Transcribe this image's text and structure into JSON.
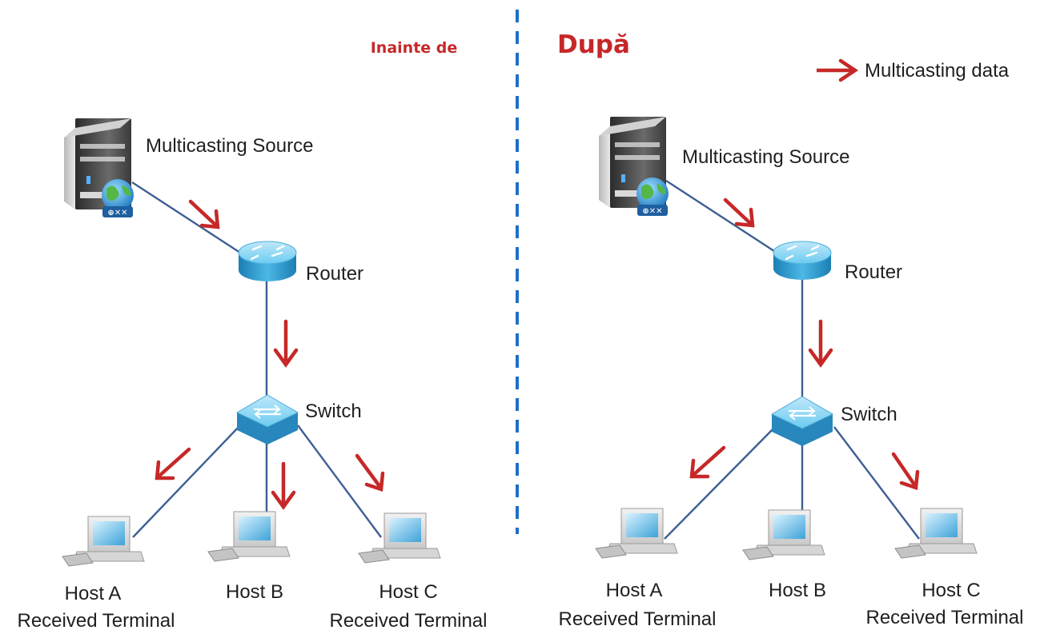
{
  "titles": {
    "before": "Inainte de",
    "after": "După"
  },
  "legend": {
    "label": "Multicasting data",
    "color": "#c62828"
  },
  "colors": {
    "arrow": "#c62828",
    "link": "#3e5f93",
    "divider": "#1e6fc8",
    "device_blue": "#3fa9d6"
  },
  "panels": [
    {
      "name": "before",
      "source_label": "Multicasting Source",
      "router_label": "Router",
      "switch_label": "Switch",
      "hosts": [
        {
          "name": "Host A",
          "role": "Received Terminal",
          "receives": true
        },
        {
          "name": "Host B",
          "role": "",
          "receives": true
        },
        {
          "name": "Host C",
          "role": "Received Terminal",
          "receives": true
        }
      ]
    },
    {
      "name": "after",
      "source_label": "Multicasting Source",
      "router_label": "Router",
      "switch_label": "Switch",
      "hosts": [
        {
          "name": "Host A",
          "role": "Received Terminal",
          "receives": true
        },
        {
          "name": "Host B",
          "role": "",
          "receives": false
        },
        {
          "name": "Host C",
          "role": "Received Terminal",
          "receives": true
        }
      ]
    }
  ]
}
